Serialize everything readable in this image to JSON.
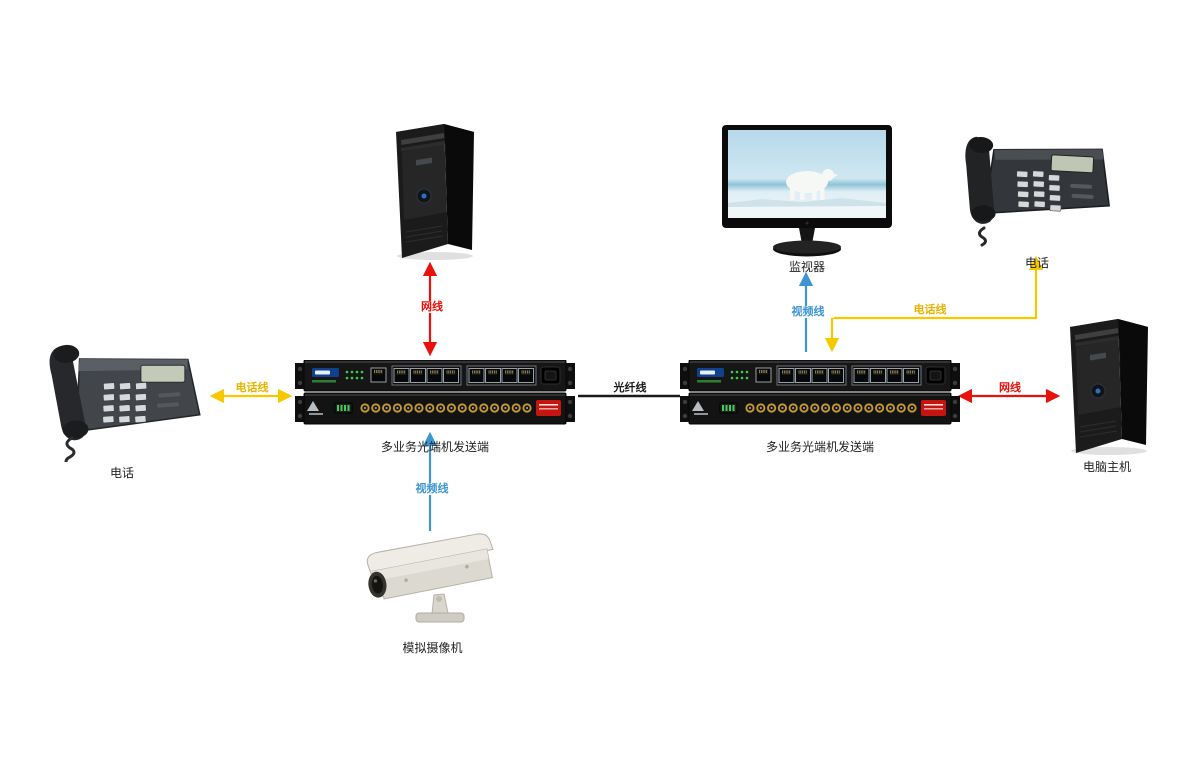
{
  "diagram": {
    "background_color": "#ffffff",
    "devices": {
      "phone_left": {
        "label": "电话"
      },
      "camera": {
        "label": "模拟摄像机"
      },
      "rack_left": {
        "label": "多业务光端机发送端"
      },
      "rack_right": {
        "label": "多业务光端机发送端"
      },
      "monitor": {
        "label": "监视器"
      },
      "phone_right": {
        "label": "电话"
      },
      "pc_right": {
        "label": "电脑主机"
      }
    },
    "connections": {
      "lan_left": {
        "label": "网线",
        "color": "#e8120c",
        "style": "double-arrow-vertical"
      },
      "phone_line_left": {
        "label": "电话线",
        "color": "#f7c700",
        "style": "double-arrow-horizontal"
      },
      "video_left": {
        "label": "视频线",
        "color": "#3d96d2",
        "style": "arrow-up"
      },
      "fiber": {
        "label": "光纤线",
        "color": "#1a1a1a",
        "style": "line"
      },
      "video_right": {
        "label": "视频线",
        "color": "#3d96d2",
        "style": "arrow-up"
      },
      "phone_line_right": {
        "label": "电话线",
        "color": "#f7c700",
        "style": "elbow-double-arrow"
      },
      "lan_right": {
        "label": "网线",
        "color": "#e8120c",
        "style": "double-arrow-horizontal"
      }
    }
  }
}
